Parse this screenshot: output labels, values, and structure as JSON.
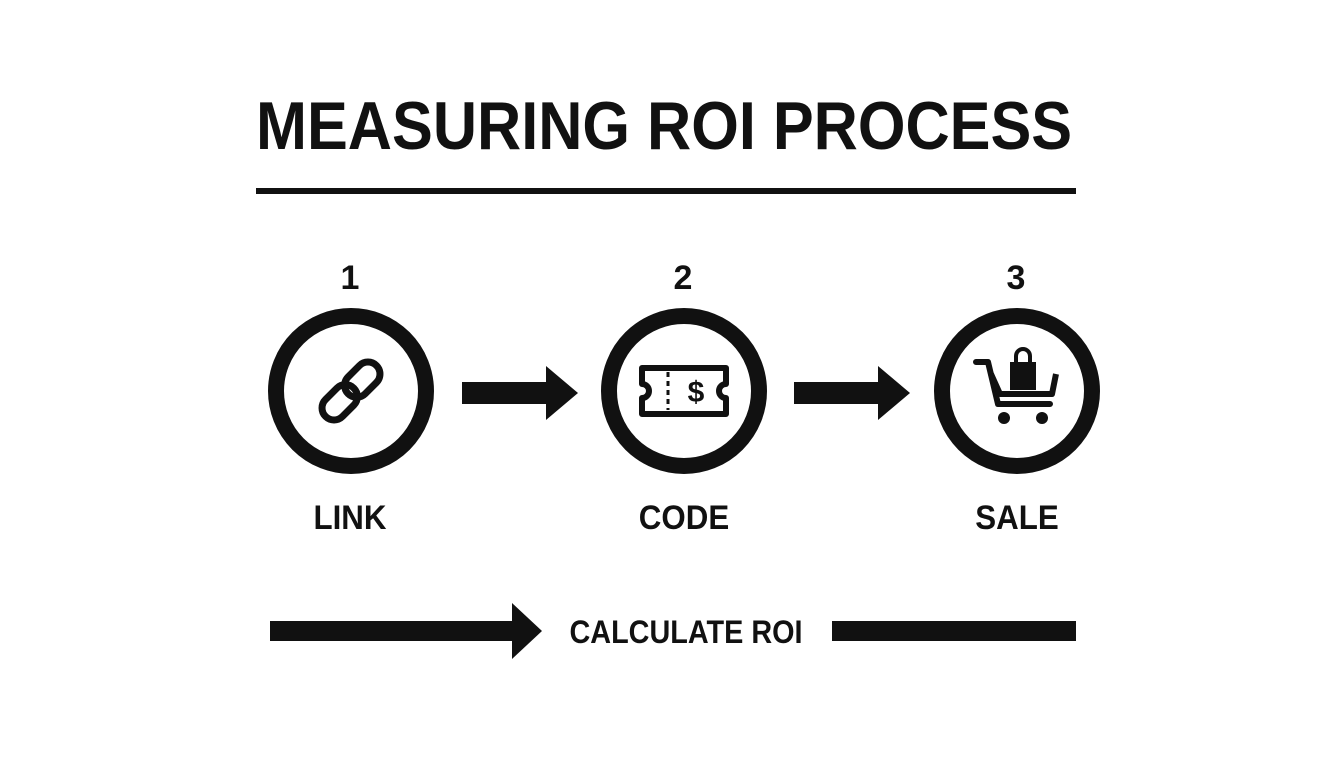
{
  "title": "MEASURING ROI PROCESS",
  "steps": [
    {
      "number": "1",
      "label": "LINK",
      "icon": "chain-link-icon"
    },
    {
      "number": "2",
      "label": "CODE",
      "icon": "coupon-ticket-icon",
      "icon_text": "$"
    },
    {
      "number": "3",
      "label": "SALE",
      "icon": "shopping-cart-icon"
    }
  ],
  "bottom_label": "CALCULATE ROI",
  "colors": {
    "ink": "#111111",
    "background": "#ffffff"
  }
}
